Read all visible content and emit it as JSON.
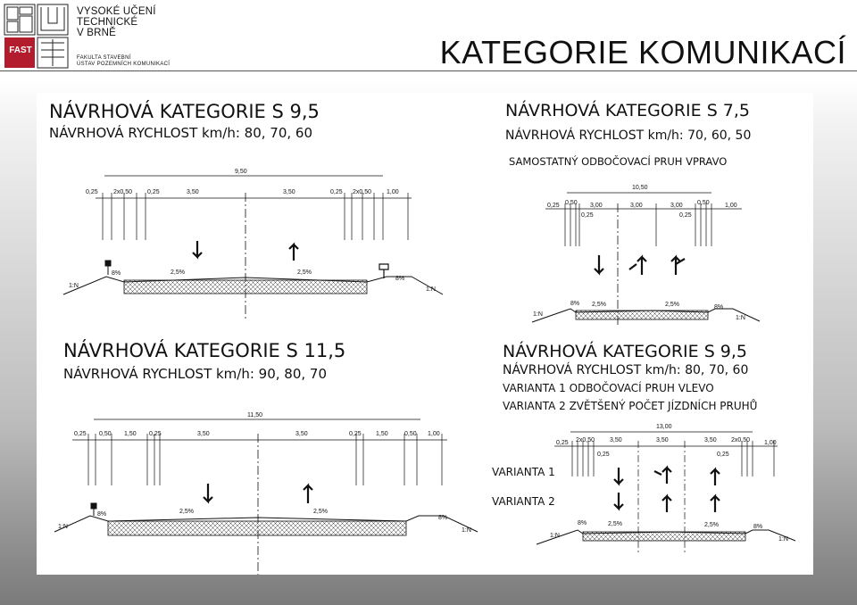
{
  "header": {
    "university_lines": [
      "VYSOKÉ UČENÍ",
      "TECHNICKÉ",
      "V BRNĚ"
    ],
    "faculty_lines": [
      "FAKULTA STAVEBNÍ",
      "ÚSTAV POZEMNÍCH KOMUNIKACÍ"
    ],
    "logo_text": "FAST",
    "title": "KATEGORIE KOMUNIKACÍ"
  },
  "sections": {
    "s95": {
      "title": "NÁVRHOVÁ KATEGORIE S 9,5",
      "speed": "NÁVRHOVÁ RYCHLOST km/h: 80, 70, 60",
      "total_width": "9,50",
      "dimensions": [
        "0,25",
        "2x0,50",
        "0,25",
        "3,50",
        "3,50",
        "0,25",
        "2x0,50",
        "1,00"
      ],
      "slope_left": "1:N",
      "slope_right": "1:N",
      "verge_left": "8%",
      "verge_right": "8%",
      "cross_left": "2,5%",
      "cross_right": "2,5%"
    },
    "s75": {
      "title": "NÁVRHOVÁ KATEGORIE S 7,5",
      "speed": "NÁVRHOVÁ RYCHLOST km/h: 70, 60, 50",
      "note": "SAMOSTATNÝ ODBOČOVACÍ PRUH VPRAVO",
      "total_width": "10,50",
      "dimensions_top": [
        "0,25",
        "0,50",
        "3,00",
        "3,00",
        "3,00",
        "0,50",
        "1,00"
      ],
      "dimensions_bottom": [
        "0,25",
        "0,25"
      ],
      "slope_left": "1:N",
      "slope_right": "1:N",
      "verge_left": "8%",
      "verge_right": "8%",
      "cross_left": "2,5%",
      "cross_right": "2,5%"
    },
    "s115": {
      "title": "NÁVRHOVÁ KATEGORIE S 11,5",
      "speed": "NÁVRHOVÁ RYCHLOST km/h: 90, 80, 70",
      "total_width": "11,50",
      "dimensions": [
        "0,25",
        "0,50",
        "1,50",
        "0,25",
        "3,50",
        "3,50",
        "0,25",
        "1,50",
        "0,50",
        "1,00"
      ],
      "slope_left": "1:N",
      "slope_right": "1:N",
      "verge_left": "8%",
      "verge_right": "8%",
      "cross_left": "2,5%",
      "cross_right": "2,5%"
    },
    "s95b": {
      "title": "NÁVRHOVÁ KATEGORIE S 9,5",
      "speed": "NÁVRHOVÁ RYCHLOST km/h: 80, 70, 60",
      "variant1_text": "VARIANTA 1 ODBOČOVACÍ PRUH VLEVO",
      "variant2_text": "VARIANTA 2 ZVĚTŠENÝ POČET JÍZDNÍCH PRUHŮ",
      "variant1_label": "VARIANTA 1",
      "variant2_label": "VARIANTA 2",
      "total_width": "13,00",
      "dimensions_top": [
        "0,25",
        "2x0,50",
        "3,50",
        "3,50",
        "3,50",
        "2x0,50",
        "1,00"
      ],
      "dimensions_bottom": [
        "0,25",
        "0,25"
      ],
      "slope_left": "1:N",
      "slope_right": "1:N",
      "verge_left": "8%",
      "verge_right": "8%",
      "cross_left": "2,5%",
      "cross_right": "2,5%"
    }
  }
}
